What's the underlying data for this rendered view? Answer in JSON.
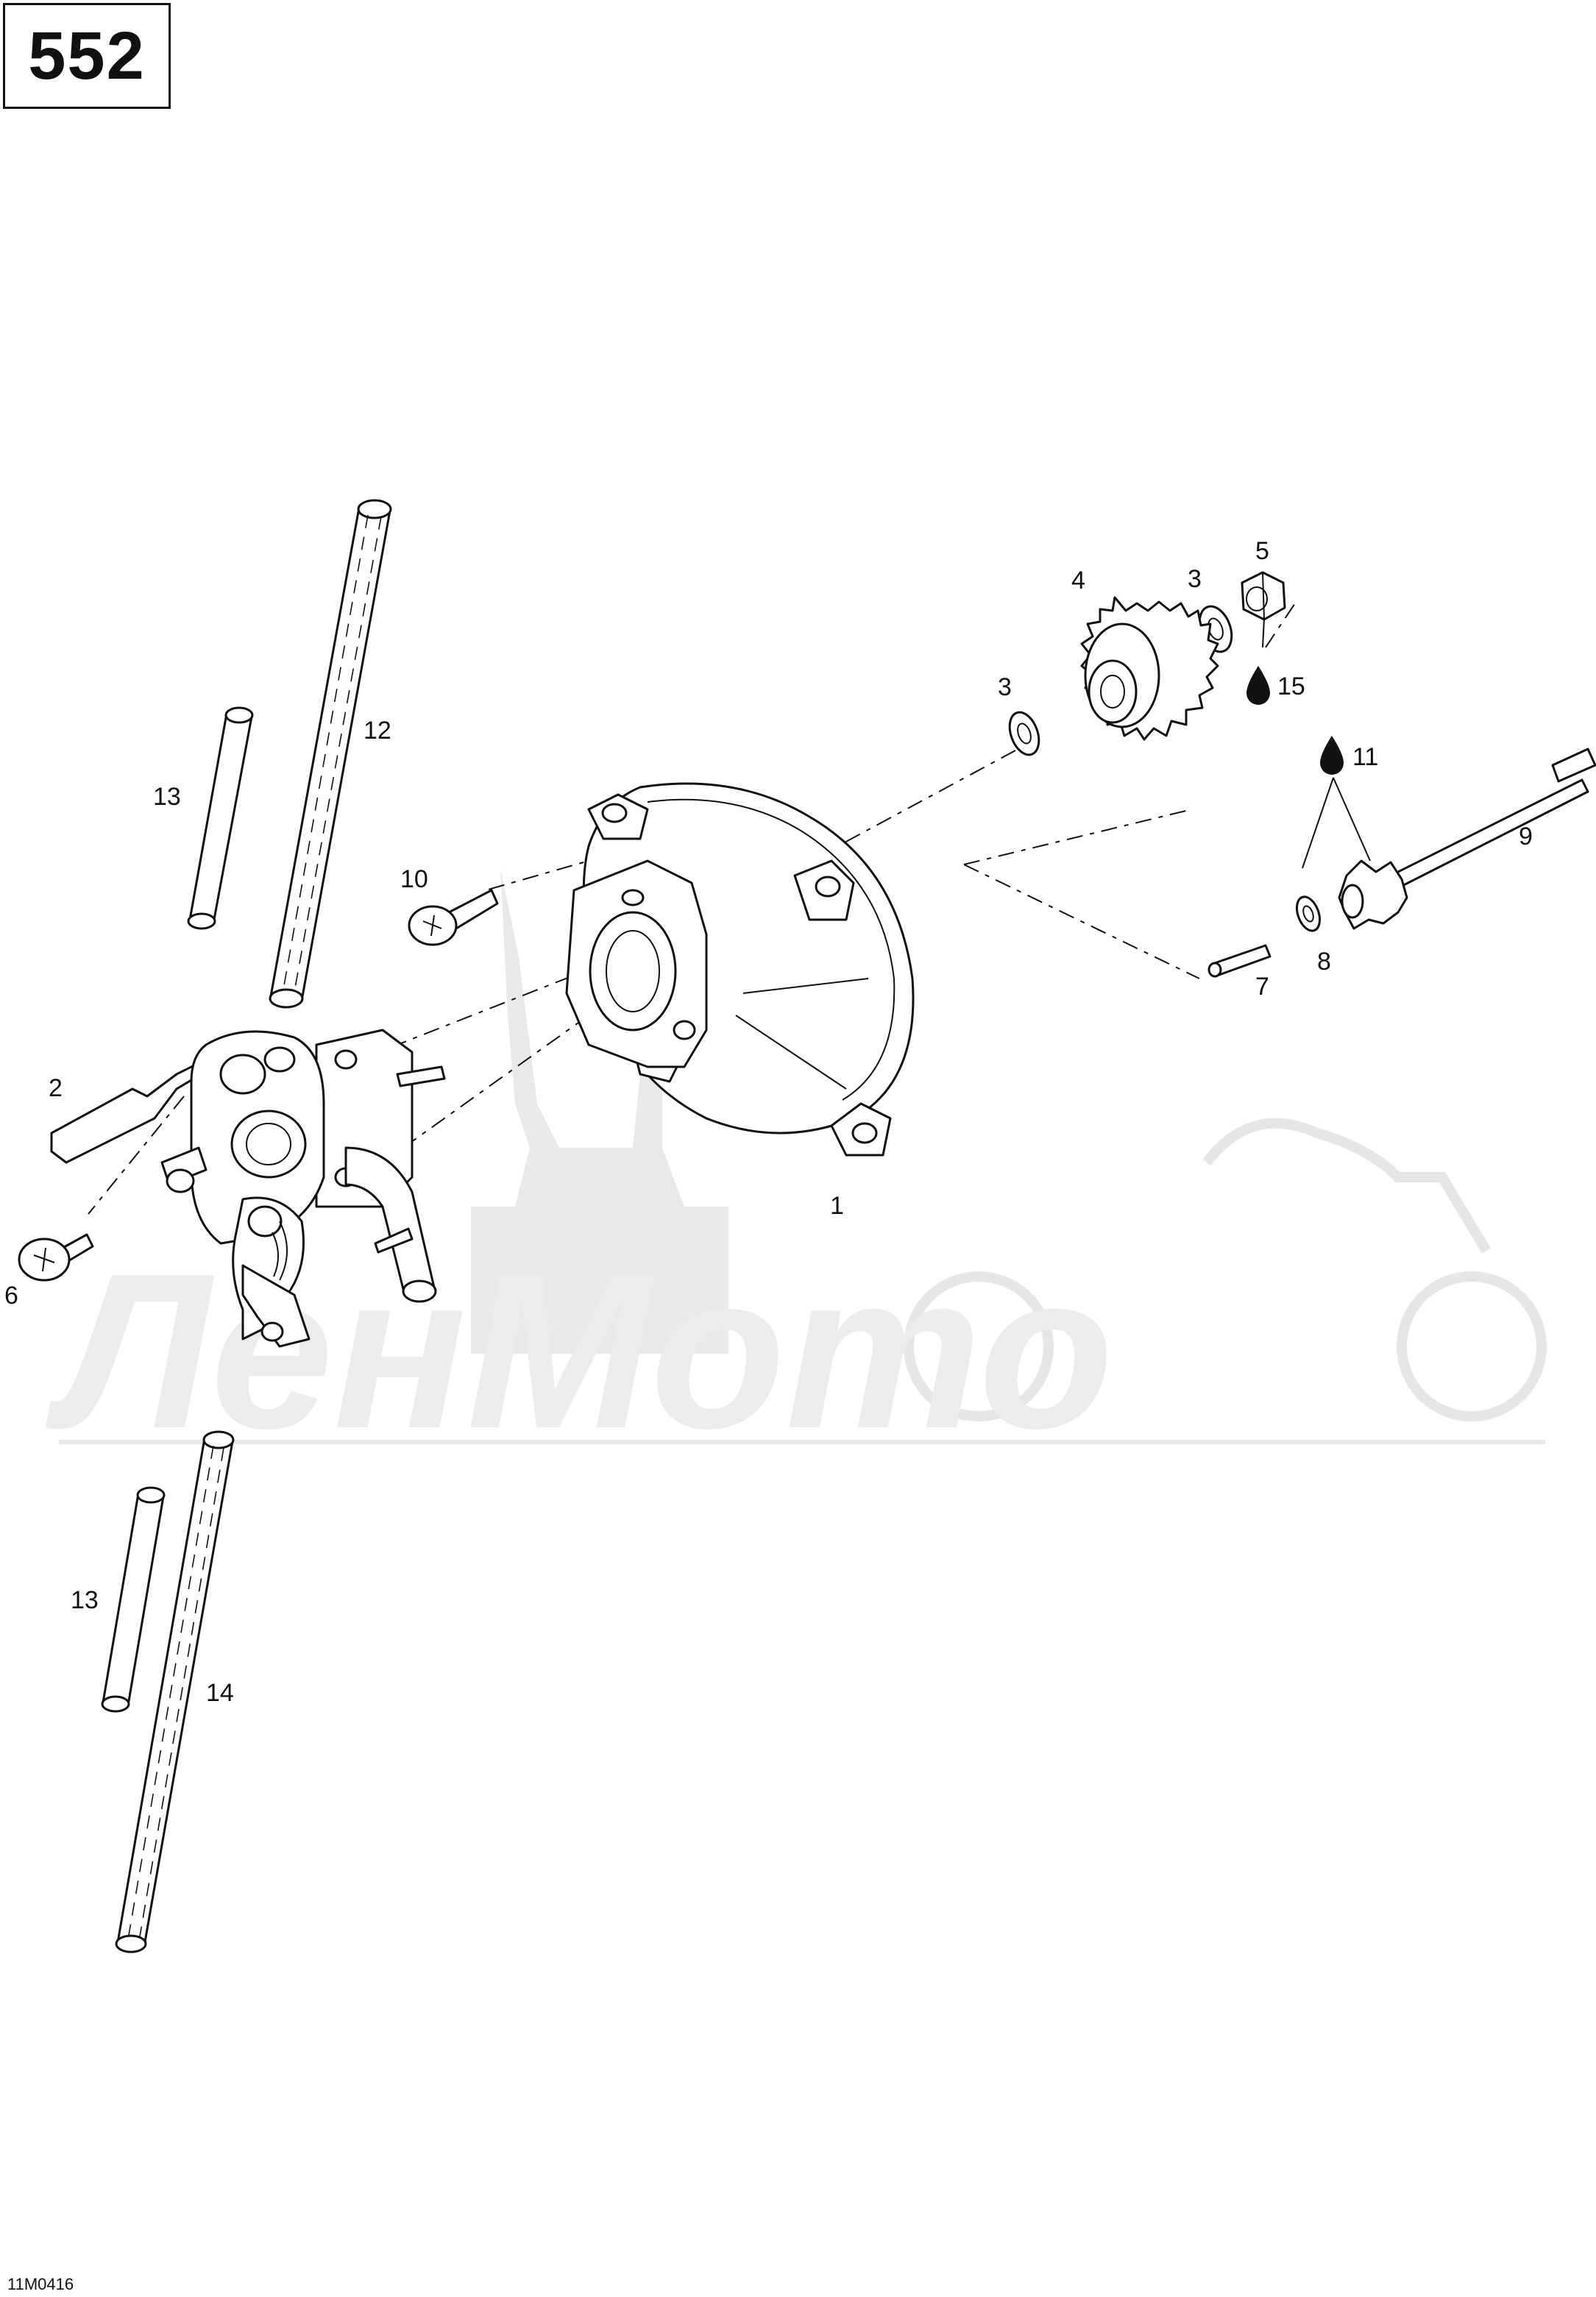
{
  "page_number": "552",
  "drawing_code": "11M0416",
  "watermark_text": "ЛенМото",
  "callouts": {
    "c1": "1",
    "c2": "2",
    "c3a": "3",
    "c3b": "3",
    "c4": "4",
    "c5": "5",
    "c6": "6",
    "c7": "7",
    "c8": "8",
    "c9": "9",
    "c10": "10",
    "c11": "11",
    "c12": "12",
    "c13a": "13",
    "c13b": "13",
    "c14": "14",
    "c15": "15"
  },
  "icons": [
    "oil-drop-icon"
  ]
}
